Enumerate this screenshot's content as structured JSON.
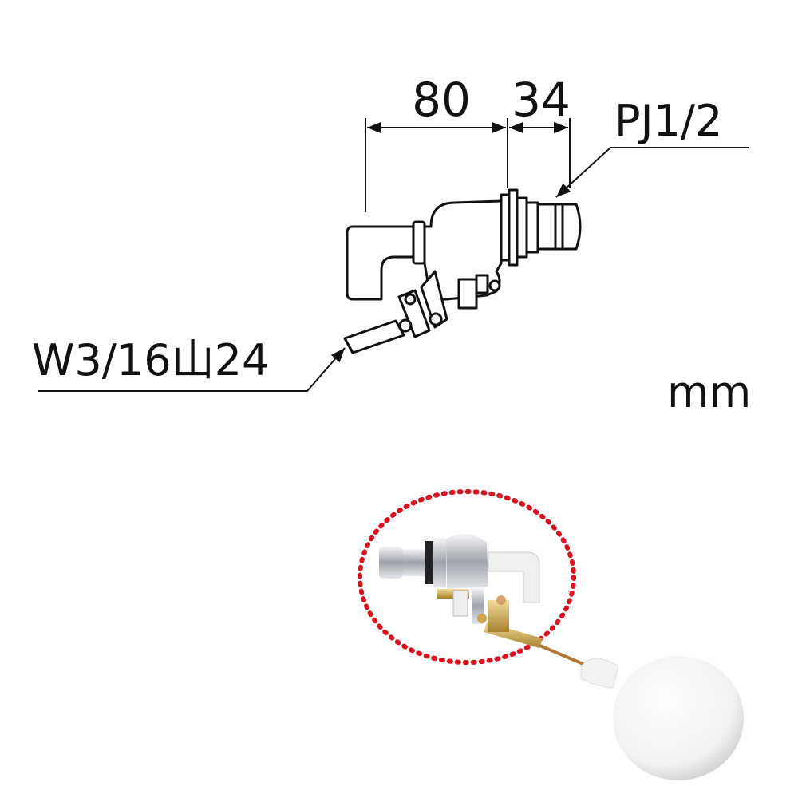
{
  "dimensions": {
    "width_a": "80",
    "width_b": "34"
  },
  "labels": {
    "inlet_thread": "PJ1/2",
    "outlet_thread": "W3/16山24",
    "unit": "mm"
  },
  "colors": {
    "line": "#111111",
    "dotted_circle": "#d9121f",
    "brass": "#c9a24a",
    "chrome": "#b8bcc2",
    "float_ball": "#f4f4f4"
  }
}
